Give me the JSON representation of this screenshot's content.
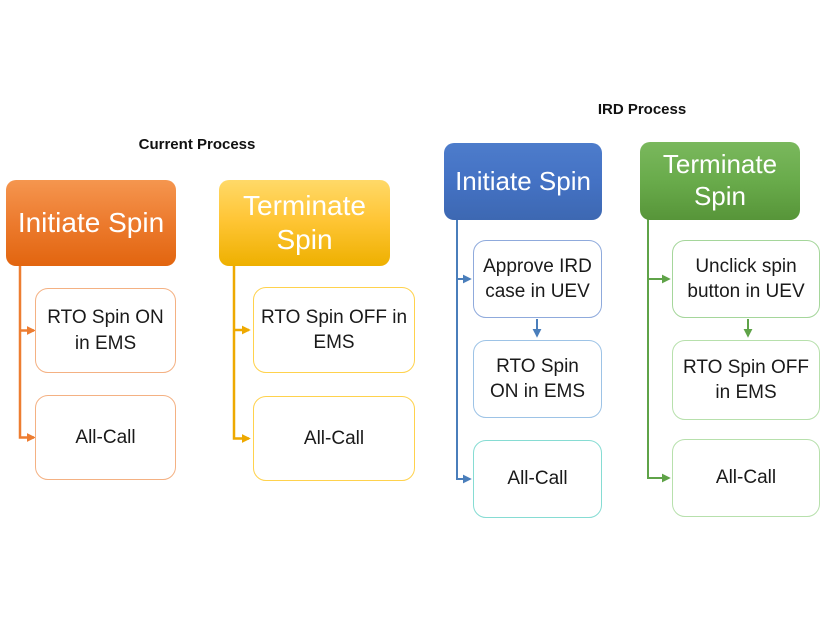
{
  "titles": {
    "current": "Current Process",
    "ird": "IRD Process"
  },
  "columns": [
    {
      "theme": "orange",
      "header": "Initiate Spin",
      "steps": [
        "RTO Spin ON in EMS",
        "All-Call"
      ]
    },
    {
      "theme": "gold",
      "header": "Terminate Spin",
      "steps": [
        "RTO Spin OFF in EMS",
        "All-Call"
      ]
    },
    {
      "theme": "blue",
      "header": "Initiate Spin",
      "steps": [
        "Approve IRD case in UEV",
        "RTO Spin ON in EMS",
        "All-Call"
      ]
    },
    {
      "theme": "green",
      "header": "Terminate Spin",
      "steps": [
        "Unclick spin button in UEV",
        "RTO Spin OFF in EMS",
        "All-Call"
      ]
    }
  ],
  "colors": {
    "background": "#FFFFFF",
    "title_text": "#111111",
    "step_text": "#1A1A1A",
    "header_text": "#FFFFFF",
    "orange_header": "#ED7D31",
    "orange_step_border": "#F4B183",
    "orange_connector": "#ED7D31",
    "gold_header": "#FFC000",
    "gold_step_border": "#FFD24D",
    "gold_connector": "#EEA900",
    "blue_header": "#4472C4",
    "blue_step1_border": "#8FAADC",
    "blue_step2_border": "#9DC3E6",
    "blue_step3_border": "#86DCD3",
    "blue_connector": "#4A7EBB",
    "green_header": "#69AB4B",
    "green_step1_border": "#A5D69B",
    "green_step23_border": "#B7E0AC",
    "green_connector": "#5FA348"
  }
}
